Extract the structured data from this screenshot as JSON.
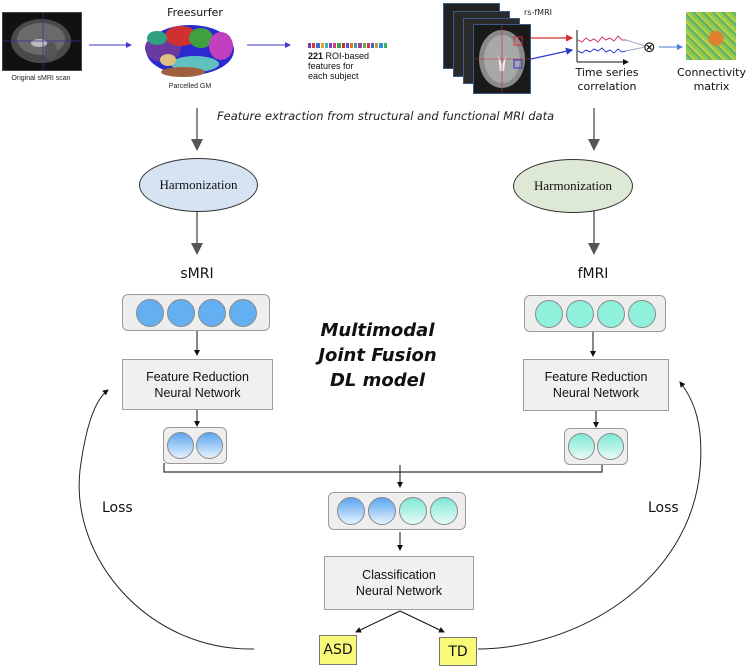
{
  "top_pipeline": {
    "smri_scan_caption": "Original sMRI scan",
    "freesurfer_title": "Freesurfer",
    "parcelled_caption": "Parcelled GM",
    "roi_count": "221",
    "roi_text_line1": " ROI-based",
    "roi_text_line2": "features for",
    "roi_text_line3": "each subject",
    "rsfmri_label": "rs-fMRI",
    "time_series_line1": "Time series",
    "time_series_line2": "correlation",
    "correlation_operator": "⊗",
    "connectivity_line1": "Connectivity",
    "connectivity_line2": "matrix",
    "roi_strip_colors": [
      "#7a3fa0",
      "#d23a3a",
      "#3a6bd2",
      "#e0a020",
      "#3ab0c0",
      "#8040c0",
      "#d04080",
      "#40a040",
      "#c03030",
      "#5050d0",
      "#e07020",
      "#30a0a0",
      "#a040a0",
      "#60b040",
      "#d03060",
      "#4060c0",
      "#c0a030",
      "#3090d0",
      "#40b060"
    ]
  },
  "feature_extraction_caption": "Feature extraction from structural and functional MRI data",
  "harmonization": {
    "left_label": "Harmonization",
    "right_label": "Harmonization",
    "left_color": "#d6e3f3",
    "right_color": "#dde9d4"
  },
  "modalities": {
    "left": "sMRI",
    "right": "fMRI"
  },
  "center_title": {
    "line1": "Multimodal",
    "line2": "Joint Fusion",
    "line3": "DL model"
  },
  "feature_reduction": {
    "left_line1": "Feature Reduction",
    "left_line2": "Neural Network",
    "right_line1": "Feature Reduction",
    "right_line2": "Neural Network"
  },
  "classification": {
    "line1": "Classification",
    "line2": "Neural Network"
  },
  "outputs": {
    "asd": "ASD",
    "td": "TD"
  },
  "loss": {
    "left": "Loss",
    "right": "Loss"
  },
  "colors": {
    "smri_node": "#64aef2",
    "fmri_node": "#8ff0dc",
    "output_box": "#fafa7a"
  }
}
